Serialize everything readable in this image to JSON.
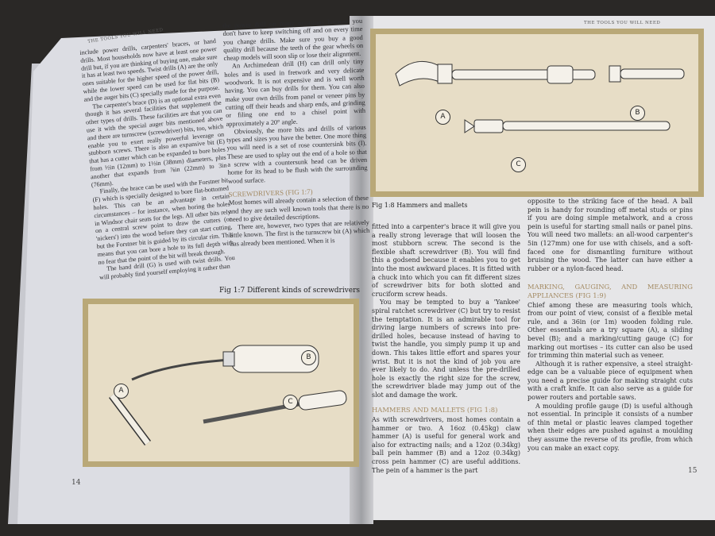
{
  "left_page": {
    "running_head": "The tools you will need",
    "column1": [
      "include power drills, carpenters' braces, or hand drills. Most households now have at least one power drill but, if you are thinking of buying one, make sure it has at least two speeds. Twist drills (A) are the only ones suitable for the higher speed of the power drill, while the lower speed can be used for flat bits (B) and the auger bits (C) specially made for the purpose.",
      "The carpenter's brace (D) is an optional extra even though it has several facilities that supplement the other types of drills. These facilities are that you can use it with the special auger bits mentioned above and there are turnscrew (screwdriver) bits, too, which enable you to exert really powerful leverage on stubborn screws. There is also an expansive bit (E) that has a cutter which can be expanded to bore holes from ½in (12mm) to 1½in (38mm) diameters, plus another that expands from ⅞in (22mm) to 3in (76mm).",
      "Finally, the brace can be used with the Forstner bit (F) which is specially designed to bore flat-bottomed holes. This can be an advantage in certain circumstances – for instance, when boring the holes in Windsor chair seats for the legs. All other bits rely on a central screw point to draw the cutters (or 'nickers') into the wood before they can start cutting, but the Forstner bit is guided by its circular rim. This means that you can bore a hole to its full depth with no fear that the point of the bit will break through.",
      "The hand drill (G) is used with twist drills. You will probably find yourself employing it rather than"
    ],
    "column2": [
      "the power drill on many occasions because you don't have to keep switching off and on every time you change drills. Make sure you buy a good quality drill because the teeth of the gear wheels on cheap models will soon slip or lose their alignment.",
      "An Archimedean drill (H) can drill only tiny holes and is used in fretwork and very delicate woodwork. It is not expensive and is well worth having. You can buy drills for them. You can also make your own drills from panel or veneer pins by cutting off their heads and sharp ends, and grinding or filing one end to a chisel point with approximately a 20° angle.",
      "Obviously, the more bits and drills of various types and sizes you have the better. One more thing you will need is a set of rose countersink bits (I). These are used to splay out the end of a hole so that a screw with a countersunk head can be driven home for its head to be flush with the surrounding wood surface."
    ],
    "screwdrivers_heading": "SCREWDRIVERS (Fig 1:7)",
    "screwdrivers_text": [
      "Most homes will already contain a selection of these and they are such well known tools that there is no need to give detailed descriptions.",
      "There are, however, two types that are relatively little known. The first is the turnscrew bit (A) which has already been mentioned. When it is"
    ],
    "figure_caption": "Fig 1:7 Different kinds of screwdrivers",
    "figure_labels": [
      "A",
      "B",
      "C"
    ],
    "page_number": "14"
  },
  "right_page": {
    "running_head": "The tools you will need",
    "figure_caption": "Fig 1:8 Hammers and mallets",
    "figure_labels": [
      "A",
      "B",
      "C"
    ],
    "column1": [
      "fitted into a carpenter's brace it will give you a really strong leverage that will loosen the most stubborn screw. The second is the flexible shaft screwdriver (B). You will find this a godsend because it enables you to get into the most awkward places. It is fitted with a chuck into which you can fit different sizes of screwdriver bits for both slotted and cruciform screw heads.",
      "You may be tempted to buy a 'Yankee' spiral ratchet screwdriver (C) but try to resist the temptation. It is an admirable tool for driving large numbers of screws into pre-drilled holes, because instead of having to twist the handle, you simply pump it up and down. This takes little effort and spares your wrist. But it is not the kind of job you are ever likely to do. And unless the pre-drilled hole is exactly the right size for the screw, the screwdriver blade may jump out of the slot and damage the work."
    ],
    "hammers_heading": "HAMMERS AND MALLETS (Fig 1:8)",
    "hammers_text": "As with screwdrivers, most homes contain a hammer or two. A 16oz (0.45kg) claw hammer (A) is useful for general work and also for extracting nails; and a 12oz (0.34kg) ball pein hammer (B) and a 12oz (0.34kg) cross pein hammer (C) are useful additions. The pein of a hammer is the part",
    "column2_top": "opposite to the striking face of the head. A ball pein is handy for rounding off metal studs or pins if you are doing simple metalwork, and a cross pein is useful for starting small nails or panel pins. You will need two mallets: an all-wood carpenter's 5in (127mm) one for use with chisels, and a soft-faced one for dismantling furniture without bruising the wood. The latter can have either a rubber or a nylon-faced head.",
    "marking_heading": "MARKING, GAUGING, AND MEASURING APPLIANCES (Fig 1:9)",
    "marking_text": [
      "Chief among these are measuring tools which, from our point of view, consist of a flexible metal rule, and a 36in (or 1m) wooden folding rule. Other essentials are a try square (A), a sliding bevel (B); and a marking/cutting gauge (C) for marking out mortises – its cutter can also be used for trimming thin material such as veneer.",
      "Although it is rather expensive, a steel straight-edge can be a valuable piece of equipment when you need a precise guide for making straight cuts with a craft knife. It can also serve as a guide for power routers and portable saws.",
      "A moulding profile gauge (D) is useful although not essential. In principle it consists of a number of thin metal or plastic leaves clamped together when their edges are pushed against a moulding they assume the reverse of its profile, from which you can make an exact copy."
    ],
    "page_number": "15"
  }
}
